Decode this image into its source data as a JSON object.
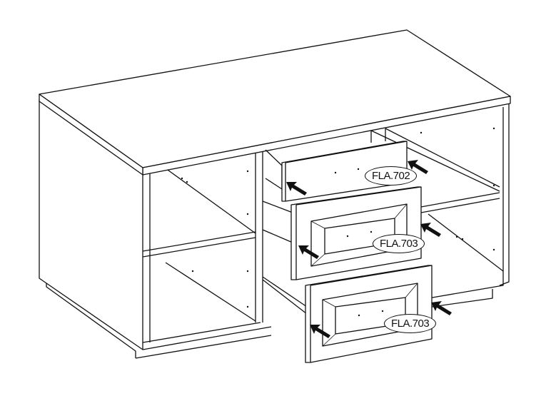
{
  "labels": {
    "top_drawer": "FLA.702",
    "middle_drawer": "FLA.703",
    "bottom_drawer": "FLA.703"
  }
}
